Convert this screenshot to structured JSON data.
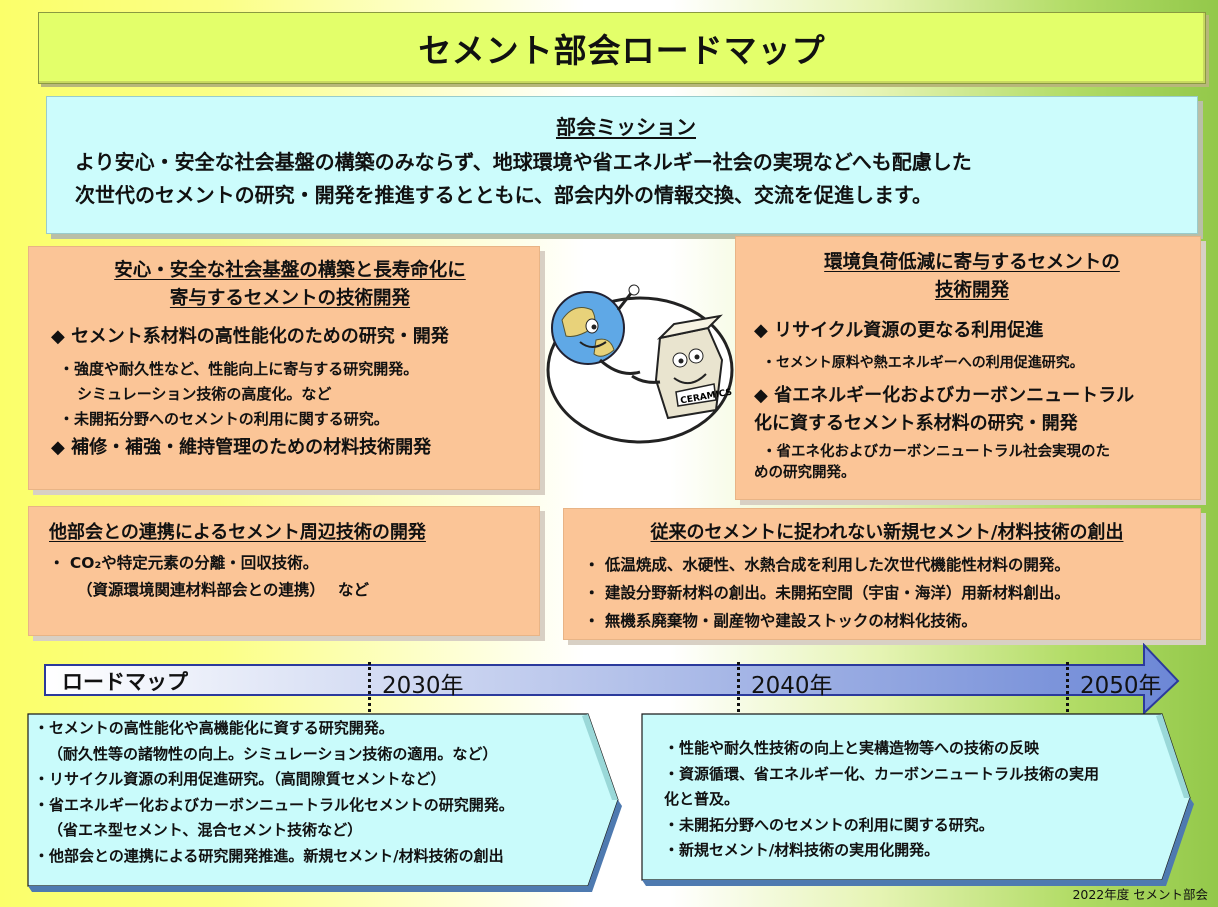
{
  "title": "セメント部会ロードマップ",
  "mission": {
    "heading": "部会ミッション",
    "lines": [
      "より安心・安全な社会基盤の構築のみならず、地球環境や省エネルギー社会の実現などへも配慮した",
      "次世代のセメントの研究・開発を推進するとともに、部会内外の情報交換、交流を促進します。"
    ]
  },
  "left_box": {
    "heading_lines": [
      "安心・安全な社会基盤の構築と長寿命化に",
      "寄与するセメントの技術開発"
    ],
    "bullet1": "◆ セメント系材料の高性能化のための研究・開発",
    "sub1": "・強度や耐久性など、性能向上に寄与する研究開発。",
    "sub2": "シミュレーション技術の高度化。など",
    "sub3": "・未開拓分野へのセメントの利用に関する研究。",
    "bullet2": "◆ 補修・補強・維持管理のための材料技術開発"
  },
  "right_box": {
    "heading_lines": [
      "環境負荷低減に寄与するセメントの",
      "技術開発"
    ],
    "bullet1": "◆ リサイクル資源の更なる利用促進",
    "sub1": "・セメント原料や熱エネルギーへの利用促進研究。",
    "bullet2_lines": [
      "◆ 省エネルギー化およびカーボンニュートラル",
      "化に資するセメント系材料の研究・開発"
    ],
    "sub2_lines": [
      "・省エネ化およびカーボンニュートラル社会実現のた",
      "めの研究開発。"
    ]
  },
  "collab_box": {
    "heading": "他部会との連携によるセメント周辺技術の開発",
    "line1": "・ CO₂や特定元素の分離・回収技術。",
    "line2": "（資源環境関連材料部会との連携）　 など"
  },
  "new_box": {
    "heading": "従来のセメントに捉われない新規セメント/材料技術の創出",
    "items": [
      "・ 低温焼成、水硬性、水熱合成を利用した次世代機能性材料の開発。",
      "・ 建設分野新材料の創出。未開拓空間（宇宙・海洋）用新材料創出。",
      "・ 無機系廃棄物・副産物や建設ストックの材料化技術。"
    ]
  },
  "timeline": {
    "label": "ロードマップ",
    "years": [
      "2030年",
      "2040年",
      "2050年"
    ]
  },
  "phase1": [
    "・セメントの高性能化や高機能化に資する研究開発。",
    "（耐久性等の諸物性の向上。シミュレーション技術の適用。など）",
    "・リサイクル資源の利用促進研究。（高間隙質セメントなど）",
    "・省エネルギー化およびカーボンニュートラル化セメントの研究開発。",
    "（省エネ型セメント、混合セメント技術など）",
    "・他部会との連携による研究開発推進。新規セメント/材料技術の創出"
  ],
  "phase2": [
    "・性能や耐久性技術の向上と実構造物等への技術の反映",
    "・資源循環、省エネルギー化、カーボンニュートラル技術の実用",
    "化と普及。",
    "・未開拓分野へのセメントの利用に関する研究。",
    "・新規セメント/材料技術の実用化開発。"
  ],
  "illustration": {
    "badge_text": "CERAMICS"
  },
  "footer": "2022年度 セメント部会",
  "colors": {
    "title_bg": "#e3ff6a",
    "mission_bg": "#ccfcfc",
    "orange_box": "#fbc597",
    "phase_box": "#c9fbfb",
    "arrow_left": "#ffffff",
    "arrow_right": "#6c87d6"
  }
}
